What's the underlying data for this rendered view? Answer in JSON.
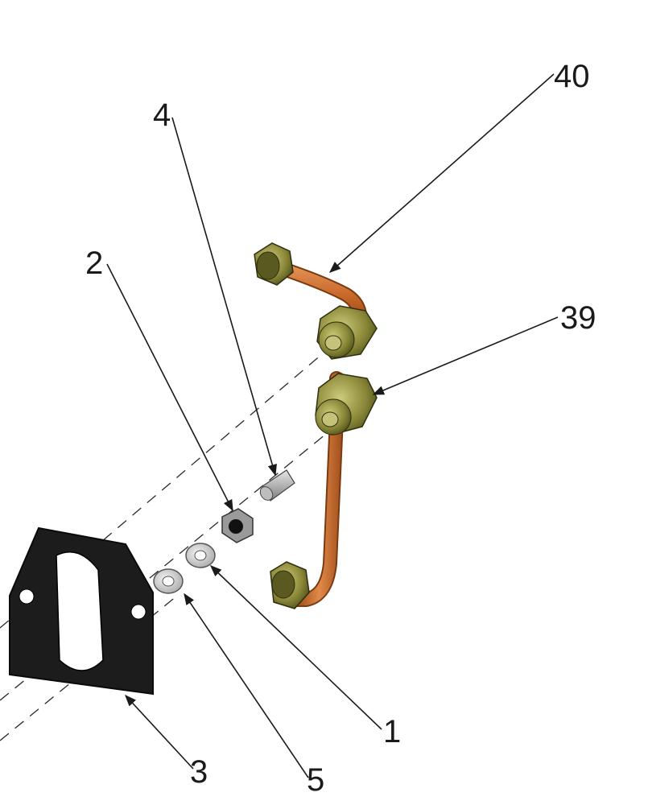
{
  "callouts": {
    "part_1": "1",
    "part_2": "2",
    "part_3": "3",
    "part_4": "4",
    "part_5": "5",
    "part_39": "39",
    "part_40": "40"
  },
  "colors": {
    "copper_tube": "#c8682a",
    "brass_fitting": "#6b6a2a",
    "gasket": "#1c1c1c",
    "washer": "#c9c9c9",
    "nut": "#9a9a9a",
    "leader_line": "#1a1a1a"
  }
}
